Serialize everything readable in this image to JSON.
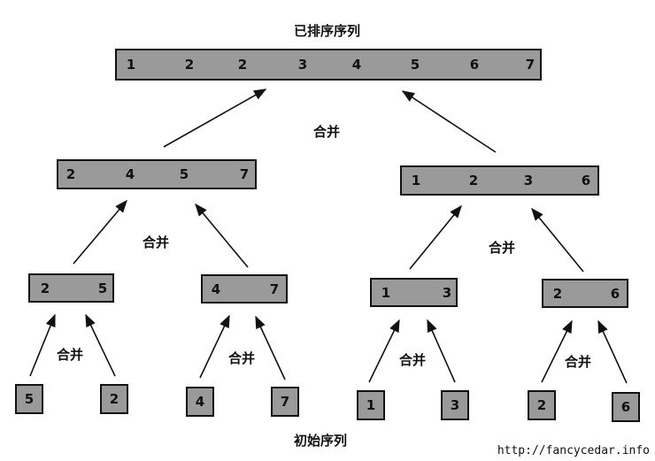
{
  "diagram": {
    "title_sorted": "已排序序列",
    "title_initial": "初始序列",
    "merge_label": "合并",
    "watermark": "http://fancycedar.info",
    "sorted": [
      1,
      2,
      2,
      3,
      4,
      5,
      6,
      7
    ],
    "level2": [
      [
        2,
        4,
        5,
        7
      ],
      [
        1,
        2,
        3,
        6
      ]
    ],
    "level1": [
      [
        2,
        5
      ],
      [
        4,
        7
      ],
      [
        1,
        3
      ],
      [
        2,
        6
      ]
    ],
    "initial": [
      5,
      2,
      4,
      7,
      1,
      3,
      2,
      6
    ],
    "colors": {
      "box_fill": "#9a9a9a",
      "stroke": "#111111"
    }
  }
}
